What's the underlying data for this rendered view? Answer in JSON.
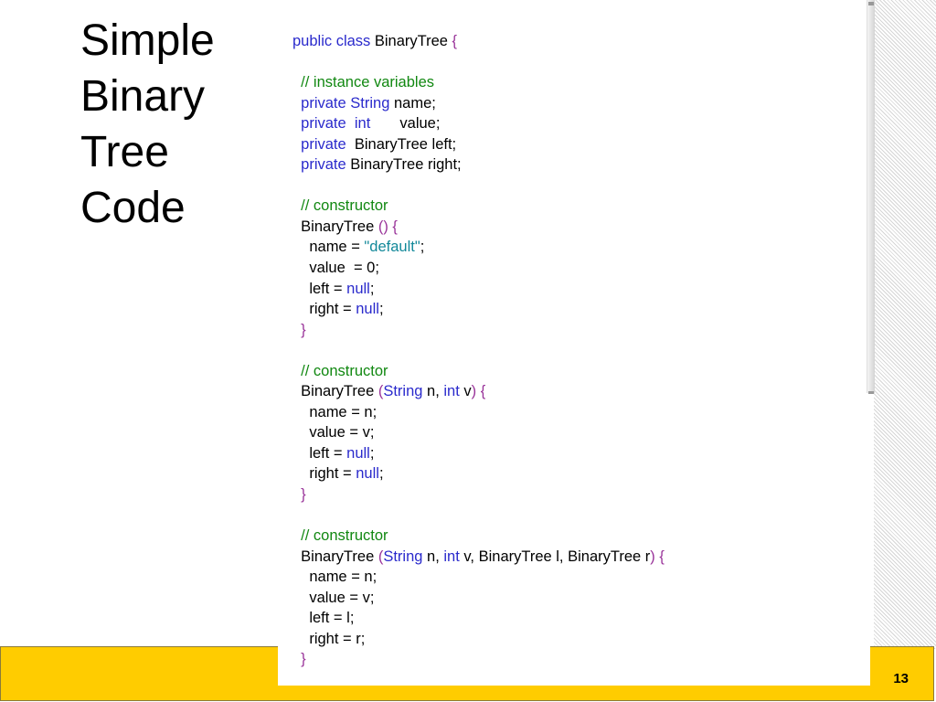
{
  "slide": {
    "title_lines": [
      "Simple",
      "Binary",
      "Tree",
      "Code"
    ],
    "page_number": "13"
  },
  "code": {
    "lines": [
      [
        {
          "t": "public class ",
          "c": "kw"
        },
        {
          "t": "BinaryTree ",
          "c": "pl"
        },
        {
          "t": "{",
          "c": "pu"
        }
      ],
      [],
      [
        {
          "t": "  ",
          "c": "pl"
        },
        {
          "t": "// instance variables",
          "c": "cm"
        }
      ],
      [
        {
          "t": "  ",
          "c": "pl"
        },
        {
          "t": "private String ",
          "c": "kw"
        },
        {
          "t": "name;",
          "c": "pl"
        }
      ],
      [
        {
          "t": "  ",
          "c": "pl"
        },
        {
          "t": "private  int",
          "c": "kw"
        },
        {
          "t": "       value;",
          "c": "pl"
        }
      ],
      [
        {
          "t": "  ",
          "c": "pl"
        },
        {
          "t": "private",
          "c": "kw"
        },
        {
          "t": "  BinaryTree left;",
          "c": "pl"
        }
      ],
      [
        {
          "t": "  ",
          "c": "pl"
        },
        {
          "t": "private ",
          "c": "kw"
        },
        {
          "t": "BinaryTree right;",
          "c": "pl"
        }
      ],
      [],
      [
        {
          "t": "  ",
          "c": "pl"
        },
        {
          "t": "// constructor",
          "c": "cm"
        }
      ],
      [
        {
          "t": "  BinaryTree ",
          "c": "pl"
        },
        {
          "t": "() {",
          "c": "pu"
        }
      ],
      [
        {
          "t": "    name = ",
          "c": "pl"
        },
        {
          "t": "\"default\"",
          "c": "st"
        },
        {
          "t": ";",
          "c": "pl"
        }
      ],
      [
        {
          "t": "    value  = 0;",
          "c": "pl"
        }
      ],
      [
        {
          "t": "    left = ",
          "c": "pl"
        },
        {
          "t": "null",
          "c": "kw"
        },
        {
          "t": ";",
          "c": "pl"
        }
      ],
      [
        {
          "t": "    right = ",
          "c": "pl"
        },
        {
          "t": "null",
          "c": "kw"
        },
        {
          "t": ";",
          "c": "pl"
        }
      ],
      [
        {
          "t": "  ",
          "c": "pl"
        },
        {
          "t": "}",
          "c": "pu"
        }
      ],
      [],
      [
        {
          "t": "  ",
          "c": "pl"
        },
        {
          "t": "// constructor",
          "c": "cm"
        }
      ],
      [
        {
          "t": "  BinaryTree ",
          "c": "pl"
        },
        {
          "t": "(",
          "c": "pu"
        },
        {
          "t": "String ",
          "c": "kw"
        },
        {
          "t": "n, ",
          "c": "pl"
        },
        {
          "t": "int ",
          "c": "kw"
        },
        {
          "t": "v",
          "c": "pl"
        },
        {
          "t": ") {",
          "c": "pu"
        }
      ],
      [
        {
          "t": "    name = n;",
          "c": "pl"
        }
      ],
      [
        {
          "t": "    value = v;",
          "c": "pl"
        }
      ],
      [
        {
          "t": "    left = ",
          "c": "pl"
        },
        {
          "t": "null",
          "c": "kw"
        },
        {
          "t": ";",
          "c": "pl"
        }
      ],
      [
        {
          "t": "    right = ",
          "c": "pl"
        },
        {
          "t": "null",
          "c": "kw"
        },
        {
          "t": ";",
          "c": "pl"
        }
      ],
      [
        {
          "t": "  ",
          "c": "pl"
        },
        {
          "t": "}",
          "c": "pu"
        }
      ],
      [],
      [
        {
          "t": "  ",
          "c": "pl"
        },
        {
          "t": "// constructor",
          "c": "cm"
        }
      ],
      [
        {
          "t": "  BinaryTree ",
          "c": "pl"
        },
        {
          "t": "(",
          "c": "pu"
        },
        {
          "t": "String ",
          "c": "kw"
        },
        {
          "t": "n, ",
          "c": "pl"
        },
        {
          "t": "int ",
          "c": "kw"
        },
        {
          "t": "v, BinaryTree l, BinaryTree r",
          "c": "pl"
        },
        {
          "t": ") {",
          "c": "pu"
        }
      ],
      [
        {
          "t": "    name = n;",
          "c": "pl"
        }
      ],
      [
        {
          "t": "    value = v;",
          "c": "pl"
        }
      ],
      [
        {
          "t": "    left = l;",
          "c": "pl"
        }
      ],
      [
        {
          "t": "    right = r;",
          "c": "pl"
        }
      ],
      [
        {
          "t": "  ",
          "c": "pl"
        },
        {
          "t": "}",
          "c": "pu"
        }
      ]
    ]
  },
  "colors": {
    "footer_band": "#ffcc00",
    "keyword": "#2a2acc",
    "comment": "#118811",
    "punctuation": "#993399",
    "string_literal": "#118899"
  }
}
